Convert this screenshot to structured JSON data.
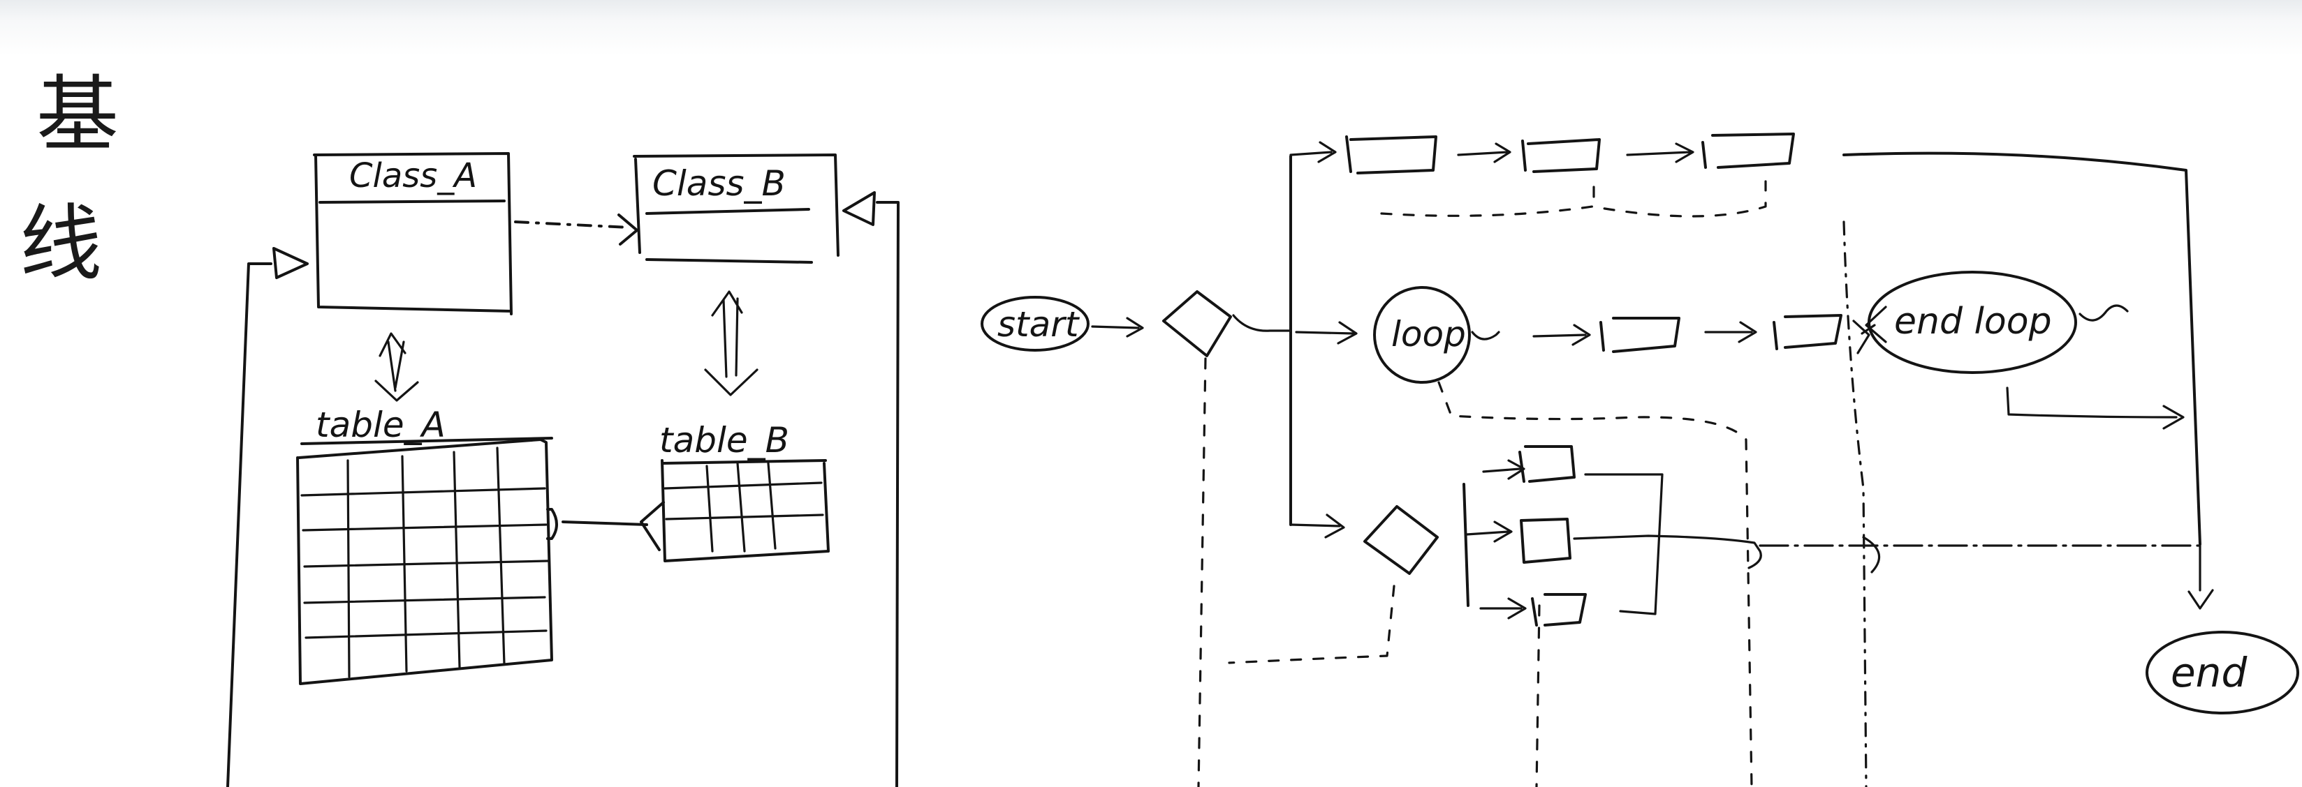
{
  "page": {
    "heading": "基线"
  },
  "class_diagram": {
    "class_a": "Class_A",
    "class_b": "Class_B",
    "table_a": "table_A",
    "table_b": "table_B"
  },
  "flow_diagram": {
    "start": "start",
    "loop": "loop",
    "end_loop": "end loop",
    "end": "end"
  },
  "colors": {
    "ink": "#141414",
    "paper": "#ffffff"
  }
}
